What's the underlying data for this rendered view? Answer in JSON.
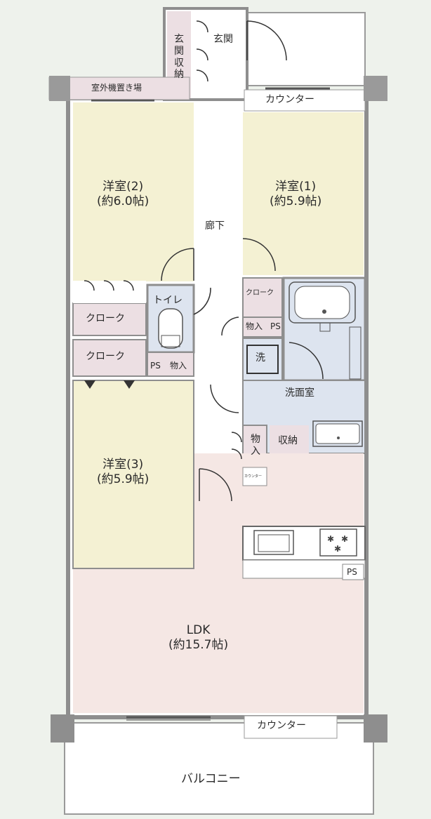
{
  "rooms": {
    "genkan": "玄関",
    "genkan_storage": "玄関収納",
    "outdoor_unit": "室外機置き場",
    "counter_top": "カウンター",
    "western1_name": "洋室(1)",
    "western1_size": "(約5.9帖)",
    "western2_name": "洋室(2)",
    "western2_size": "(約6.0帖)",
    "western3_name": "洋室(3)",
    "western3_size": "(約5.9帖)",
    "corridor": "廊下",
    "closet_right": "クローク",
    "closet_upper": "クローク",
    "closet_lower": "クローク",
    "toilet": "トイレ",
    "storage_a": "物入",
    "storage_b": "物入",
    "storage_c": "物入",
    "ps_a": "PS",
    "ps_b": "PS",
    "ps_c": "PS",
    "washer": "洗",
    "washroom": "洗面室",
    "storage_wash": "収納",
    "small_counter": "カウンター",
    "ldk_name": "LDK",
    "ldk_size": "(約15.7帖)",
    "counter_bottom": "カウンター",
    "balcony": "バルコニー"
  },
  "colors": {
    "background": "#eef2ec",
    "western_rooms": "#f4f1d3",
    "ldk": "#f5e7e4",
    "closet": "#ecdfe3",
    "wet_area": "#dde4ef",
    "wall": "#8e8e8e",
    "corridor": "#ffffff"
  }
}
